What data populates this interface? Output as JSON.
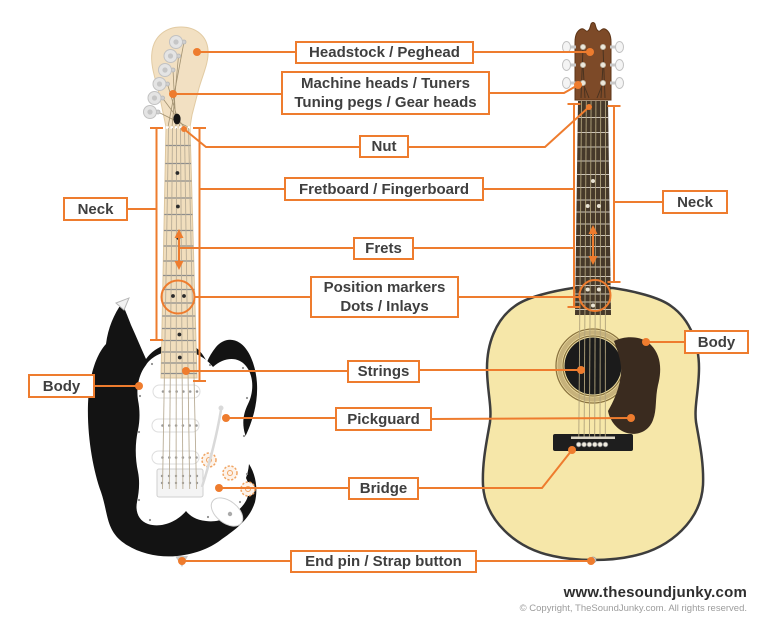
{
  "labels": {
    "headstock": "Headstock / Peghead",
    "machine_heads": {
      "line1": "Machine heads / Tuners",
      "line2": "Tuning pegs / Gear heads"
    },
    "nut": "Nut",
    "fretboard": "Fretboard / Fingerboard",
    "neck_left": "Neck",
    "frets": "Frets",
    "position_markers": {
      "line1": "Position markers",
      "line2": "Dots / Inlays"
    },
    "strings": "Strings",
    "body_left": "Body",
    "pickguard": "Pickguard",
    "bridge": "Bridge",
    "end_pin": "End pin / Strap button",
    "neck_right": "Neck",
    "body_right": "Body"
  },
  "footer": {
    "website": "www.thesoundjunky.com",
    "copyright": "© Copyright, TheSoundJunky.com. All rights reserved."
  },
  "colors": {
    "accent": "#EE7C2E",
    "label_text": "#3F3F3F",
    "electric_body": "#131313",
    "electric_neck": "#F2E0C2",
    "acoustic_body": "#F6E7A9",
    "acoustic_headstock": "#7D4A28",
    "acoustic_fretboard": "#46392A"
  }
}
